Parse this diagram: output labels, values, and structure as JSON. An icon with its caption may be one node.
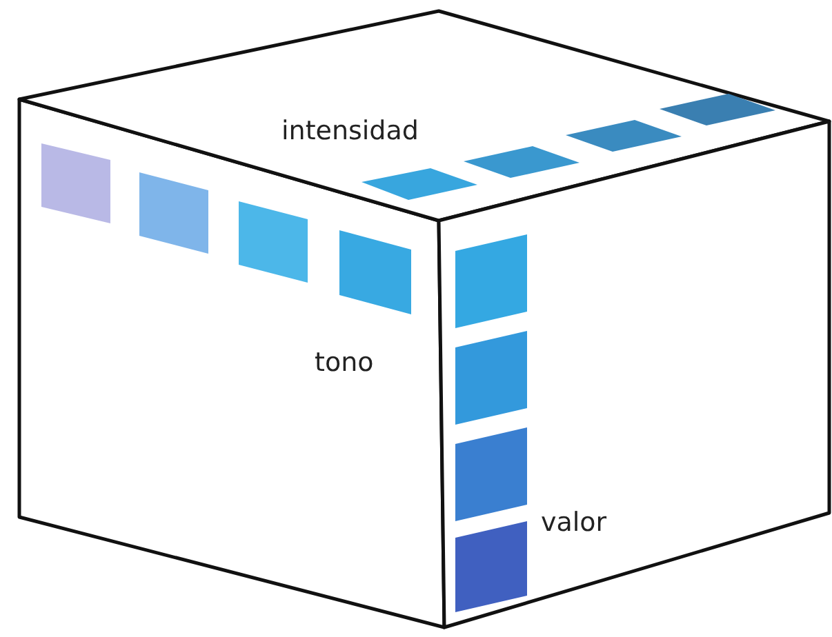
{
  "diagram": {
    "labels": [
      "intensidad",
      "tono",
      "valor"
    ]
  }
}
